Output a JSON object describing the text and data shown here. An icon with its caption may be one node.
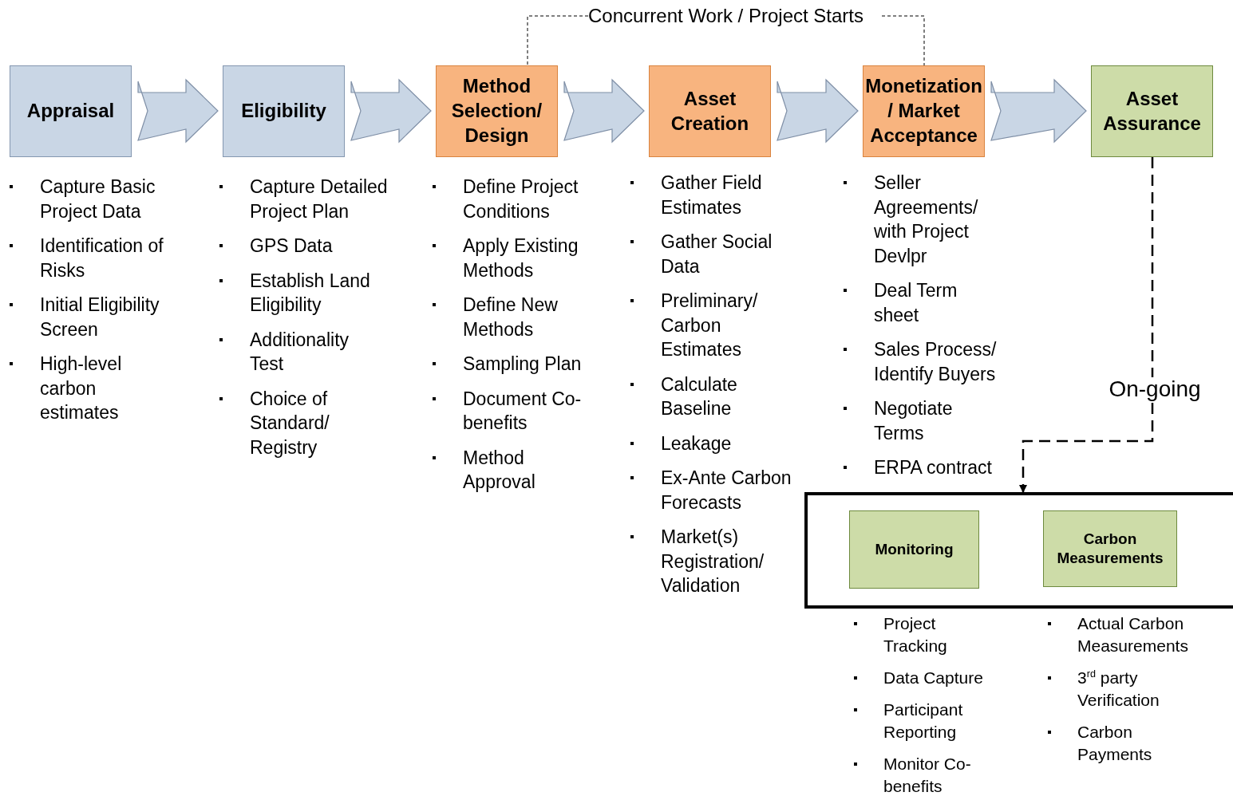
{
  "diagram": {
    "nodes": [
      {
        "text": [
          "Appraisal"
        ],
        "beside": [
          "Capture Basic Project Data",
          "Identification of Risks",
          "Initial Eligibility Screen",
          "High-level carbon estimates"
        ]
      },
      {
        "text": [
          "Eligibility"
        ],
        "beside": [
          "Capture Detailed Project Plan",
          "GPS Data",
          "Establish Land Eligibility",
          "Additionality Test",
          "Choice of Standard/ Registry"
        ]
      },
      {
        "text": [
          "Method Selection/ Design"
        ],
        "beside": [
          "Define Project Conditions",
          "Apply Existing Methods",
          "Define New Methods",
          "Sampling Plan",
          "Document Co-benefits",
          "Method Approval"
        ]
      },
      {
        "text": [
          "Asset Creation"
        ],
        "beside": [
          "Gather Field Estimates",
          "Gather Social Data",
          "Preliminary/ Carbon Estimates",
          "Calculate Baseline",
          "Leakage",
          "Ex-Ante Carbon Forecasts",
          "Market(s) Registration/ Validation"
        ]
      },
      {
        "text": [
          "Monetization / Market Acceptance"
        ],
        "beside": [
          "Seller Agreements/ with Project Devlpr",
          "Deal Term sheet",
          "Sales Process/ Identify Buyers",
          "Negotiate Terms",
          "ERPA contract"
        ]
      },
      {
        "text": [
          "Asset Assurance"
        ]
      },
      {
        "text": [
          "Concurrent Work / Project Starts"
        ]
      },
      {
        "text": [],
        "shape": "box"
      },
      {
        "text": [
          "Monitoring"
        ],
        "in": 7,
        "beside": [
          "Project Tracking",
          "Data Capture",
          "Participant Reporting",
          "Monitor Co-benefits"
        ]
      },
      {
        "text": [
          "Carbon Measurements"
        ],
        "in": 7,
        "beside": [
          "Actual Carbon Measurements",
          "3$^{rd}$ party Verification",
          "Carbon Payments"
        ]
      }
    ],
    "edges": [
      {
        "from": 0,
        "to": 1,
        "arrow": "to"
      },
      {
        "from": 1,
        "to": 2,
        "arrow": "to"
      },
      {
        "from": 2,
        "to": 3,
        "arrow": "to"
      },
      {
        "from": 3,
        "to": 4,
        "arrow": "to"
      },
      {
        "from": 4,
        "to": 5,
        "arrow": "to"
      },
      {
        "from": 6,
        "to": 2,
        "arrow": "none",
        "style": "dashed"
      },
      {
        "from": 6,
        "to": 4,
        "arrow": "none",
        "style": "dashed"
      },
      {
        "from": 5,
        "to": 7,
        "arrow": "to",
        "style": "dashed",
        "label": "On-going"
      }
    ]
  }
}
